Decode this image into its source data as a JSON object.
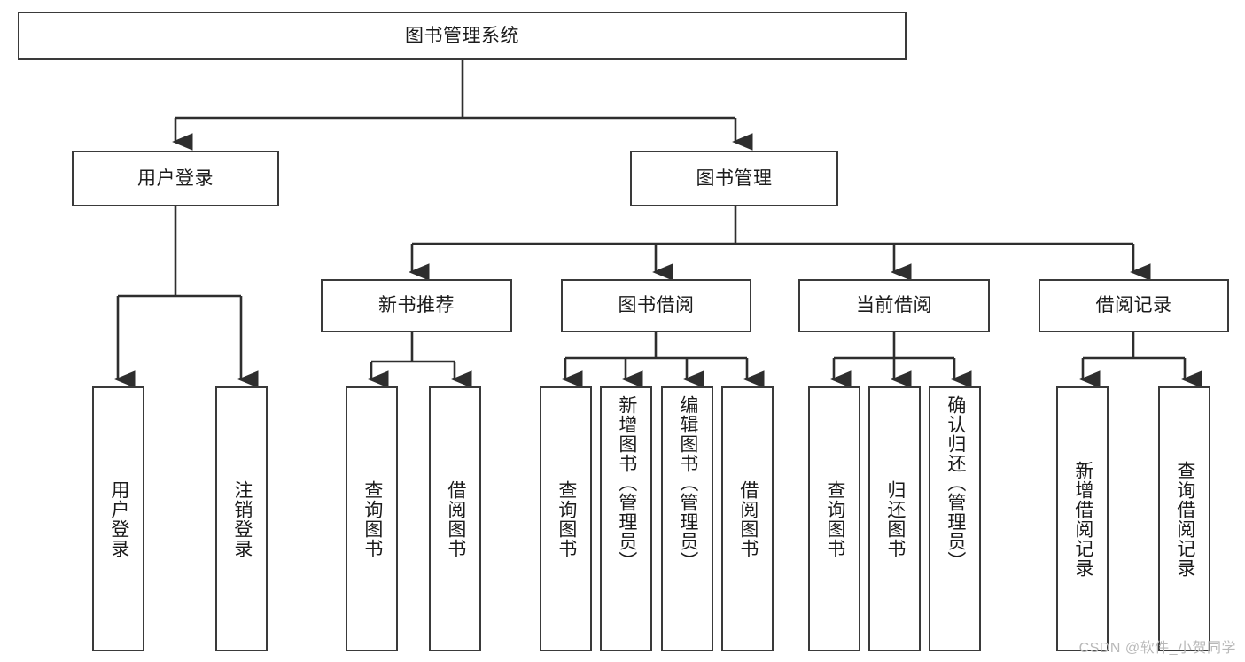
{
  "diagram": {
    "title": "图书管理系统",
    "root": {
      "label": "图书管理系统"
    },
    "level2": [
      {
        "label": "用户登录"
      },
      {
        "label": "图书管理"
      }
    ],
    "level3": [
      {
        "label": "新书推荐"
      },
      {
        "label": "图书借阅"
      },
      {
        "label": "当前借阅"
      },
      {
        "label": "借阅记录"
      }
    ],
    "leaves": {
      "user_login": [
        {
          "label": "用户登录"
        },
        {
          "label": "注销登录"
        }
      ],
      "new_book": [
        {
          "label": "查询图书"
        },
        {
          "label": "借阅图书"
        }
      ],
      "book_borrow": [
        {
          "label": "查询图书"
        },
        {
          "label": "新增图书（管理员）"
        },
        {
          "label": "编辑图书（管理员）"
        },
        {
          "label": "借阅图书"
        }
      ],
      "current_borrow": [
        {
          "label": "查询图书"
        },
        {
          "label": "归还图书"
        },
        {
          "label": "确认归还（管理员）"
        }
      ],
      "borrow_record": [
        {
          "label": "新增借阅记录"
        },
        {
          "label": "查询借阅记录"
        }
      ]
    }
  },
  "watermark": {
    "text": "CSDN @软件_小贺同学"
  },
  "colors": {
    "border": "#3a3a3a",
    "text": "#1b1b1b",
    "background": "#ffffff",
    "watermark": "#b9b9b9"
  }
}
